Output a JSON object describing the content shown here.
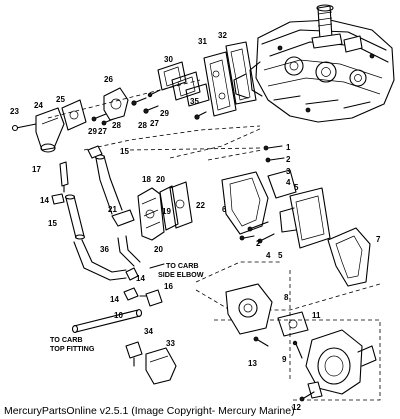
{
  "diagram": {
    "captions": {
      "to_carb_side_elbow": [
        "TO CARB",
        "SIDE ELBOW"
      ],
      "to_carb_top_fitting": [
        "TO CARB",
        "TOP FITTING"
      ]
    },
    "callouts": [
      {
        "id": "c1",
        "text": "1"
      },
      {
        "id": "c2a",
        "text": "2"
      },
      {
        "id": "c2b",
        "text": "2"
      },
      {
        "id": "c3",
        "text": "3"
      },
      {
        "id": "c4a",
        "text": "4"
      },
      {
        "id": "c4b",
        "text": "4"
      },
      {
        "id": "c5a",
        "text": "5"
      },
      {
        "id": "c5b",
        "text": "5"
      },
      {
        "id": "c6",
        "text": "6"
      },
      {
        "id": "c7",
        "text": "7"
      },
      {
        "id": "c8",
        "text": "8"
      },
      {
        "id": "c9",
        "text": "9"
      },
      {
        "id": "c10",
        "text": "10"
      },
      {
        "id": "c11",
        "text": "11"
      },
      {
        "id": "c12",
        "text": "12"
      },
      {
        "id": "c13",
        "text": "13"
      },
      {
        "id": "c14a",
        "text": "14"
      },
      {
        "id": "c14b",
        "text": "14"
      },
      {
        "id": "c14c",
        "text": "14"
      },
      {
        "id": "c15a",
        "text": "15"
      },
      {
        "id": "c15b",
        "text": "15"
      },
      {
        "id": "c16",
        "text": "16"
      },
      {
        "id": "c17",
        "text": "17"
      },
      {
        "id": "c18",
        "text": "18"
      },
      {
        "id": "c19",
        "text": "19"
      },
      {
        "id": "c20a",
        "text": "20"
      },
      {
        "id": "c20b",
        "text": "20"
      },
      {
        "id": "c21",
        "text": "21"
      },
      {
        "id": "c22",
        "text": "22"
      },
      {
        "id": "c23",
        "text": "23"
      },
      {
        "id": "c24",
        "text": "24"
      },
      {
        "id": "c25",
        "text": "25"
      },
      {
        "id": "c26",
        "text": "26"
      },
      {
        "id": "c27a",
        "text": "27"
      },
      {
        "id": "c27b",
        "text": "27"
      },
      {
        "id": "c28a",
        "text": "28"
      },
      {
        "id": "c28b",
        "text": "28"
      },
      {
        "id": "c29a",
        "text": "29"
      },
      {
        "id": "c29b",
        "text": "29"
      },
      {
        "id": "c30",
        "text": "30"
      },
      {
        "id": "c31",
        "text": "31"
      },
      {
        "id": "c32",
        "text": "32"
      },
      {
        "id": "c33",
        "text": "33"
      },
      {
        "id": "c34",
        "text": "34"
      },
      {
        "id": "c35",
        "text": "35"
      },
      {
        "id": "c36",
        "text": "36"
      }
    ]
  },
  "footer": {
    "text": "MercuryPartsOnline v2.5.1 (Image Copyright- Mercury Marine)"
  }
}
